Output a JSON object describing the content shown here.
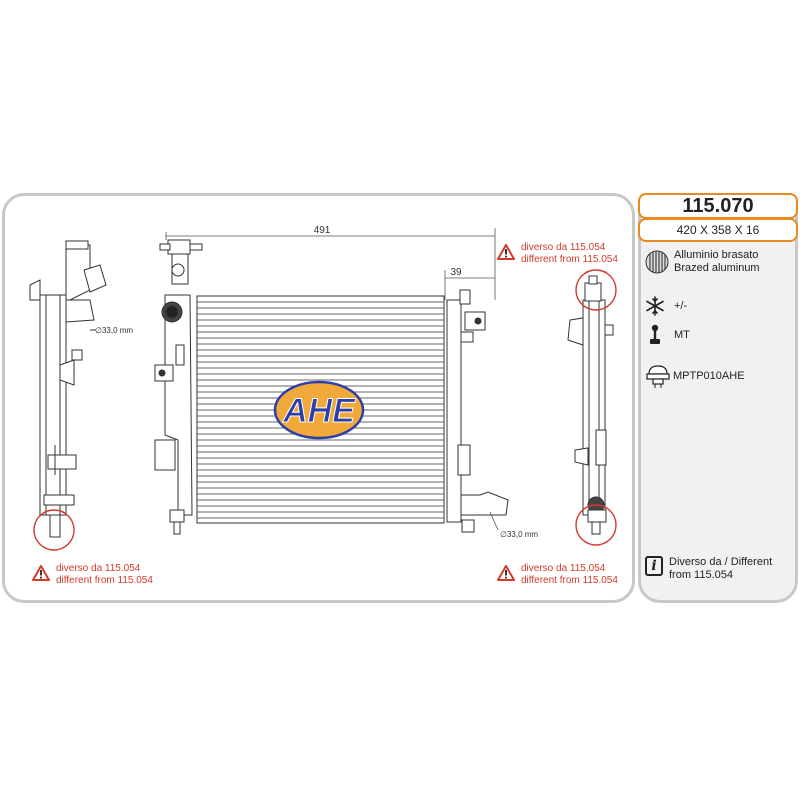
{
  "product": {
    "code": "115.070",
    "dimensions": "420 X 358 X 16"
  },
  "specs": {
    "material_it": "Alluminio brasato",
    "material_en": "Brazed aluminum",
    "ac": "+/-",
    "transmission": "MT",
    "cap": "MPTP010AHE"
  },
  "info": {
    "text": "Diverso da / Different from 115.054"
  },
  "warnings": {
    "line1": "diverso da 115.054",
    "line2": "different from 115.054"
  },
  "dims": {
    "width": "491",
    "offset": "39",
    "pipe_left": "∅33,0 mm",
    "pipe_right": "∅33,0 mm"
  },
  "logo": {
    "text": "AHE",
    "fill": "#2a3fa8",
    "ellipse": "#f2a93b"
  },
  "colors": {
    "accent": "#e88a1c",
    "warning": "#d23a2a",
    "panel_border": "#c8c8c8"
  }
}
